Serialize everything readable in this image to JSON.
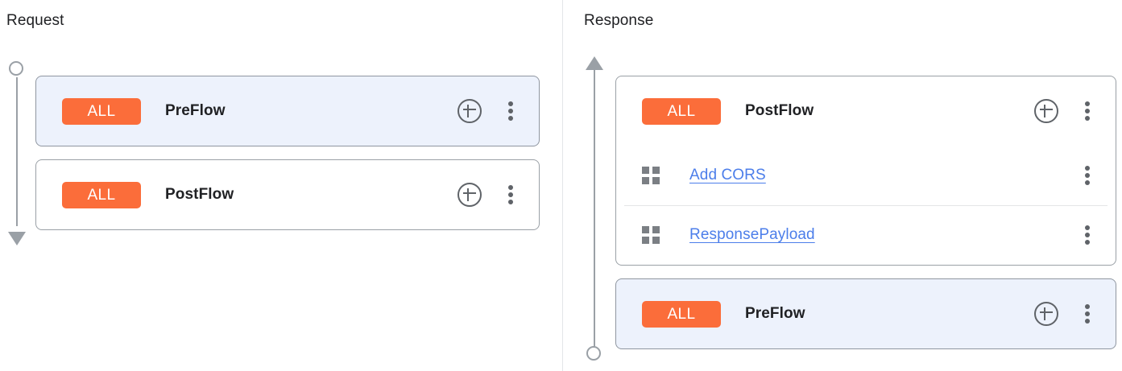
{
  "theme": {
    "badge_color": "#fb6d3a",
    "link_color": "#4c7eea",
    "selected_card_bg": "#edf2fc",
    "rail_color": "#9aa0a6",
    "card_border": "#9aa0a6",
    "text_color": "#202124"
  },
  "panels": [
    {
      "key": "request",
      "title": "Request",
      "flow_direction": "downward",
      "rail": {
        "start_marker": "circle",
        "end_marker": "arrow-down"
      },
      "cards": [
        {
          "selected": true,
          "badge": "ALL",
          "name": "PreFlow",
          "add_icon": "plus-circle-icon",
          "menu_icon": "more-vert-icon",
          "policies": []
        },
        {
          "selected": false,
          "badge": "ALL",
          "name": "PostFlow",
          "add_icon": "plus-circle-icon",
          "menu_icon": "more-vert-icon",
          "policies": []
        }
      ]
    },
    {
      "key": "response",
      "title": "Response",
      "flow_direction": "upward",
      "rail": {
        "start_marker": "arrow-up",
        "end_marker": "circle"
      },
      "cards": [
        {
          "selected": false,
          "badge": "ALL",
          "name": "PostFlow",
          "add_icon": "plus-circle-icon",
          "menu_icon": "more-vert-icon",
          "policies": [
            {
              "name": "Add CORS",
              "drag_icon": "drag-grid-icon",
              "menu_icon": "more-vert-icon"
            },
            {
              "name": "ResponsePayload",
              "drag_icon": "drag-grid-icon",
              "menu_icon": "more-vert-icon"
            }
          ]
        },
        {
          "selected": true,
          "badge": "ALL",
          "name": "PreFlow",
          "add_icon": "plus-circle-icon",
          "menu_icon": "more-vert-icon",
          "policies": []
        }
      ]
    }
  ]
}
